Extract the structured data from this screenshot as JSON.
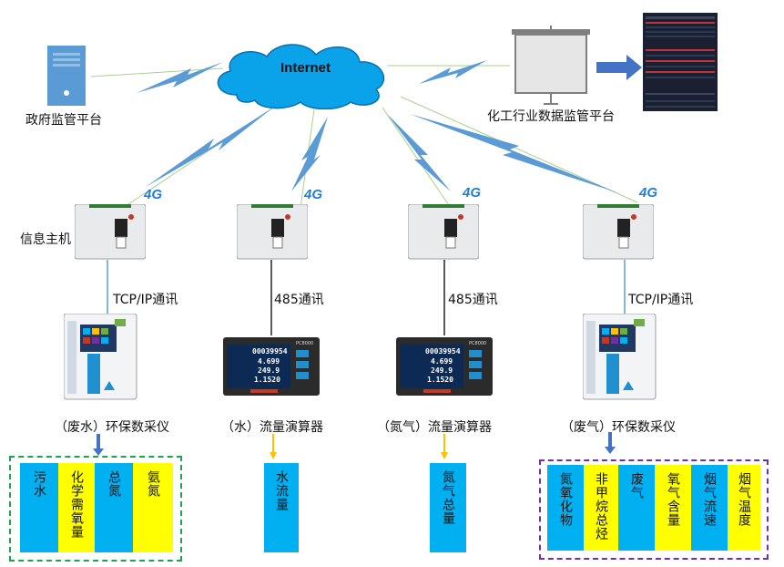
{
  "cloud": {
    "label": "Internet"
  },
  "platforms": {
    "government": "政府监管平台",
    "chemical": "化工行业数据监管平台"
  },
  "network_badge": "4G",
  "host_label": "信息主机",
  "links": {
    "col1": "TCP/IP通讯",
    "col2": "485通讯",
    "col3": "485通讯",
    "col4": "TCP/IP通讯"
  },
  "devices": {
    "col1": "（废水）环保数采仪",
    "col2": "（水）流量演算器",
    "col3": "（氮气）流量演算器",
    "col4": "（废气）环保数采仪"
  },
  "meter": {
    "line1": "00039954",
    "line2": "4.699",
    "line3": "249.9",
    "line4": "1.1520",
    "brand": "PC8000"
  },
  "parameters": {
    "col1": [
      "污水",
      "化学需氧量",
      "总氮",
      "氨氮"
    ],
    "col2": [
      "水流量"
    ],
    "col3": [
      "氮气总量"
    ],
    "col4": [
      "氮氧化物",
      "非甲烷总烃",
      "废气",
      "氧气含量",
      "烟气流速",
      "烟气温度"
    ]
  },
  "colors": {
    "cyan": "#00b0f0",
    "yellow": "#ffff00",
    "green_dash": "#1aa64a",
    "purple_dash": "#7030a0",
    "lightning": "#5b9bd5",
    "arrow_blue": "#4472c4",
    "arrow_orange": "#ffc000"
  }
}
